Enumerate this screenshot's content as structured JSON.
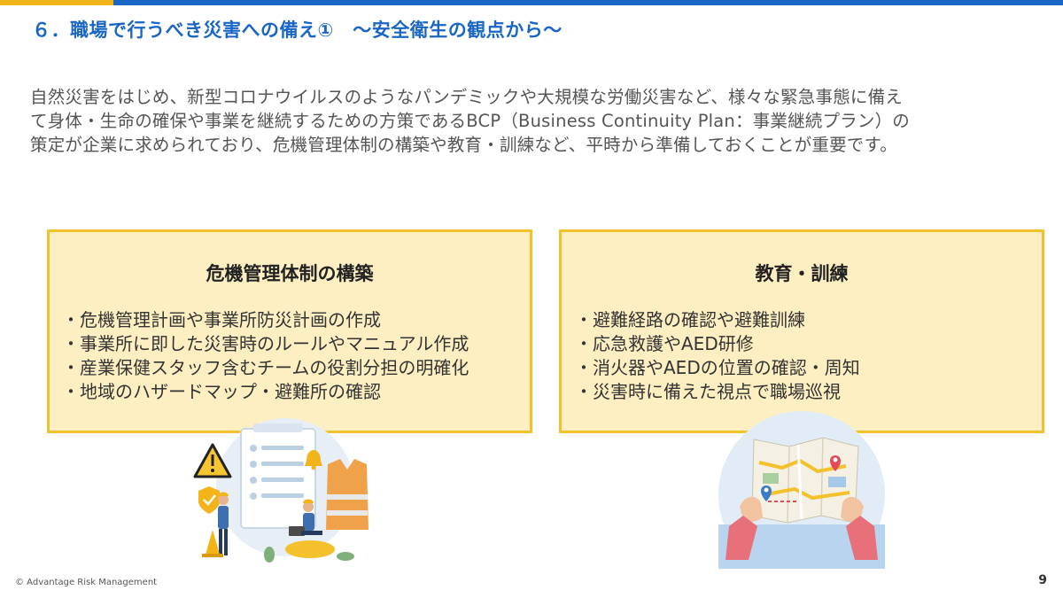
{
  "title": "６．職場で行うべき災害への備え①　～安全衛生の観点から～",
  "intro": {
    "lines": [
      "自然災害をはじめ、新型コロナウイルスのようなパンデミックや大規模な労働災害など、様々な緊急事態に備え",
      "て身体・生命の確保や事業を継続するための方策であるBCP（Business Continuity Plan：事業継続プラン）の",
      "策定が企業に求められており、危機管理体制の構築や教育・訓練など、平時から準備しておくことが重要です。"
    ]
  },
  "left_box": {
    "heading": "危機管理体制の構築",
    "items": [
      "・危機管理計画や事業所防災計画の作成",
      "・事業所に即した災害時のルールやマニュアル作成",
      "・産業保健スタッフ含むチームの役割分担の明確化",
      "・地域のハザードマップ・避難所の確認"
    ]
  },
  "right_box": {
    "heading": "教育・訓練",
    "items": [
      "・避難経路の確認や避難訓練",
      "・応急救護やAED研修",
      "・消火器やAEDの位置の確認・周知",
      "・災害時に備えた視点で職場巡視"
    ]
  },
  "footer": {
    "copyright": "© Advantage Risk Management",
    "page_number": "9"
  },
  "illustrations": {
    "left": "safety-team-illustration",
    "right": "map-hands-illustration"
  },
  "colors": {
    "accent_blue": "#1a66c4",
    "accent_gold": "#f2b418",
    "box_fill": "#fdefc2",
    "box_border": "#f2c12c"
  }
}
